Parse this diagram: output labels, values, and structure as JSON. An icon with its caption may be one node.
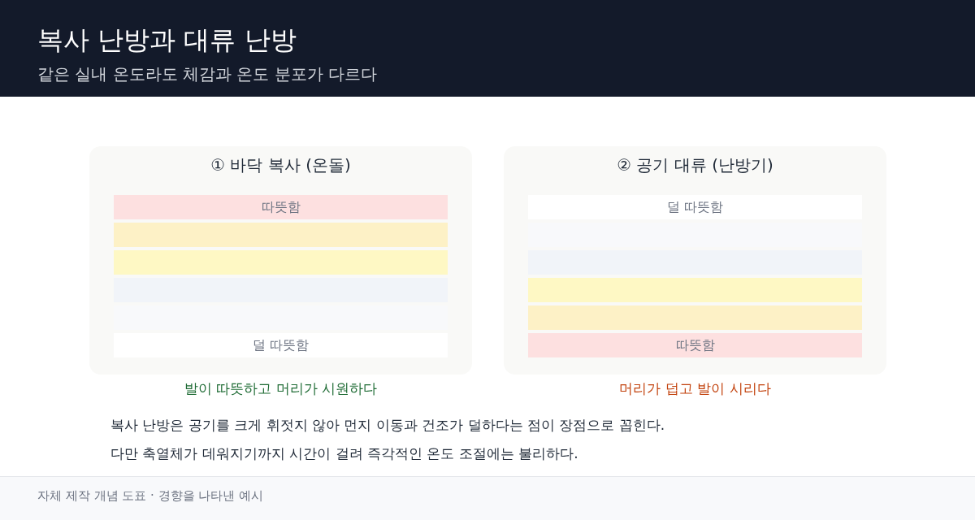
{
  "diagram": {
    "title": "복사 난방과 대류 난방",
    "caption": "자체 제작 개념 도표 · 경향을 나타낸 예시",
    "nodes": [
      {
        "text": [
          "① 바닥 복사 (온돌)"
        ],
        "beside": [
          "발이 따뜻하고 머리가 시원하다"
        ]
      },
      {
        "text": [
          "따뜻함"
        ],
        "in": 0
      },
      {
        "text": [],
        "shape": "bar",
        "in": 0
      },
      {
        "text": [],
        "shape": "bar",
        "in": 0
      },
      {
        "text": [],
        "shape": "bar",
        "in": 0
      },
      {
        "text": [],
        "shape": "bar",
        "in": 0
      },
      {
        "text": [
          "덜 따뜻함"
        ],
        "in": 0
      },
      {
        "text": [
          "② 공기 대류 (난방기)"
        ],
        "beside": [
          "머리가 덥고 발이 시리다"
        ]
      },
      {
        "text": [
          "덜 따뜻함"
        ],
        "in": 7
      },
      {
        "text": [],
        "shape": "bar",
        "in": 7
      },
      {
        "text": [],
        "shape": "bar",
        "in": 7
      },
      {
        "text": [],
        "shape": "bar",
        "in": 7
      },
      {
        "text": [],
        "shape": "bar",
        "in": 7
      },
      {
        "text": [
          "따뜻함"
        ],
        "in": 7
      }
    ],
    "labels": [
      "같은 실내 온도라도 체감과 온도 분포가 다르다",
      "복사 난방은 공기를 크게 휘젓지 않아 먼지 이동과 건조가 덜하다는 점이 장점으로 꼽힌다.",
      "다만 축열체가 데워지기까지 시간이 걸려 즉각적인 온도 조절에는 불리하다."
    ]
  }
}
